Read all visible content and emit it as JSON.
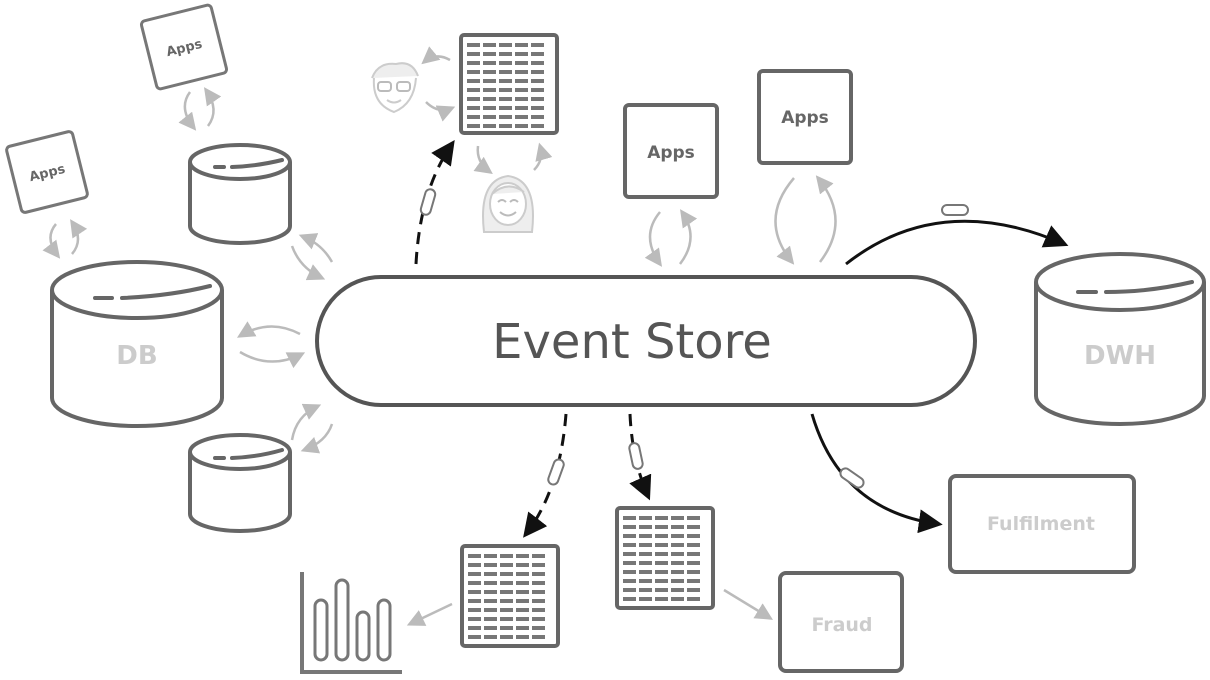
{
  "diagram": {
    "center_label": "Event Store",
    "db_label": "DB",
    "dwh_label": "DWH",
    "apps_label": "Apps",
    "fulfilment_label": "Fulfilment",
    "fraud_label": "Fraud"
  }
}
